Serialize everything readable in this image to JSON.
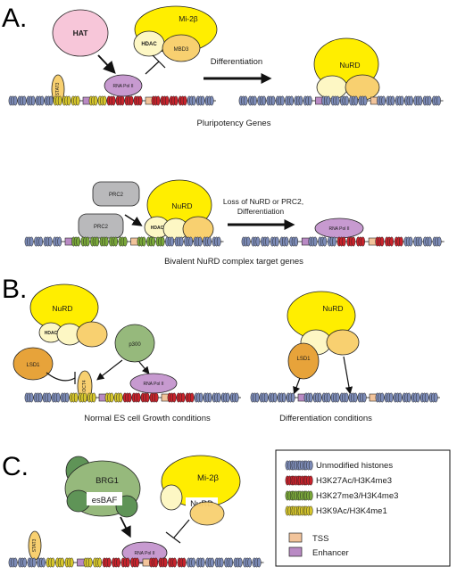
{
  "panels": {
    "a": "A.",
    "b": "B.",
    "c": "C."
  },
  "proteins": {
    "hat": "HAT",
    "mi2b": "Mi-2β",
    "hdac": "HDAC",
    "mbd3": "MBD3",
    "rna_pol": "RNA Pol II",
    "stat3": "STAT3",
    "nurd": "NuRD",
    "prc2": "PRC2",
    "lsd1": "LSD1",
    "p300": "p300",
    "oct4": "OCT4",
    "brg1": "BRG1",
    "esbaf": "esBAF"
  },
  "captions": {
    "differentiation": "Differentiation",
    "pluripotency": "Pluripotency Genes",
    "loss_line1": "Loss of NuRD or PRC2,",
    "loss_line2": "Differentiation",
    "bivalent": "Bivalent NuRD complex target genes",
    "normal": "Normal ES cell Growth conditions",
    "diff_conditions": "Differentiation conditions"
  },
  "legend": {
    "items": [
      {
        "label": "Unmodified histones",
        "color": "#7d8cb8"
      },
      {
        "label": "H3K27Ac/H3K4me3",
        "color": "#c8232c"
      },
      {
        "label": "H3K27me3/H3K4me3",
        "color": "#7aa83a"
      },
      {
        "label": "H3K9Ac/H3K4me1",
        "color": "#d6c62c"
      }
    ],
    "tss": "TSS",
    "enhancer": "Enhancer",
    "tss_color": "#f2c49b",
    "enhancer_color": "#b98ac4"
  },
  "colors": {
    "yellow": "#ffee00",
    "cream": "#fdf7c4",
    "orange": "#f8d070",
    "lsd1": "#e7a33a",
    "pink": "#f7c6d9",
    "purple": "#c79ad0",
    "gray": "#b9b9bb",
    "green": "#96b97c",
    "dark_green": "#5f9457"
  }
}
